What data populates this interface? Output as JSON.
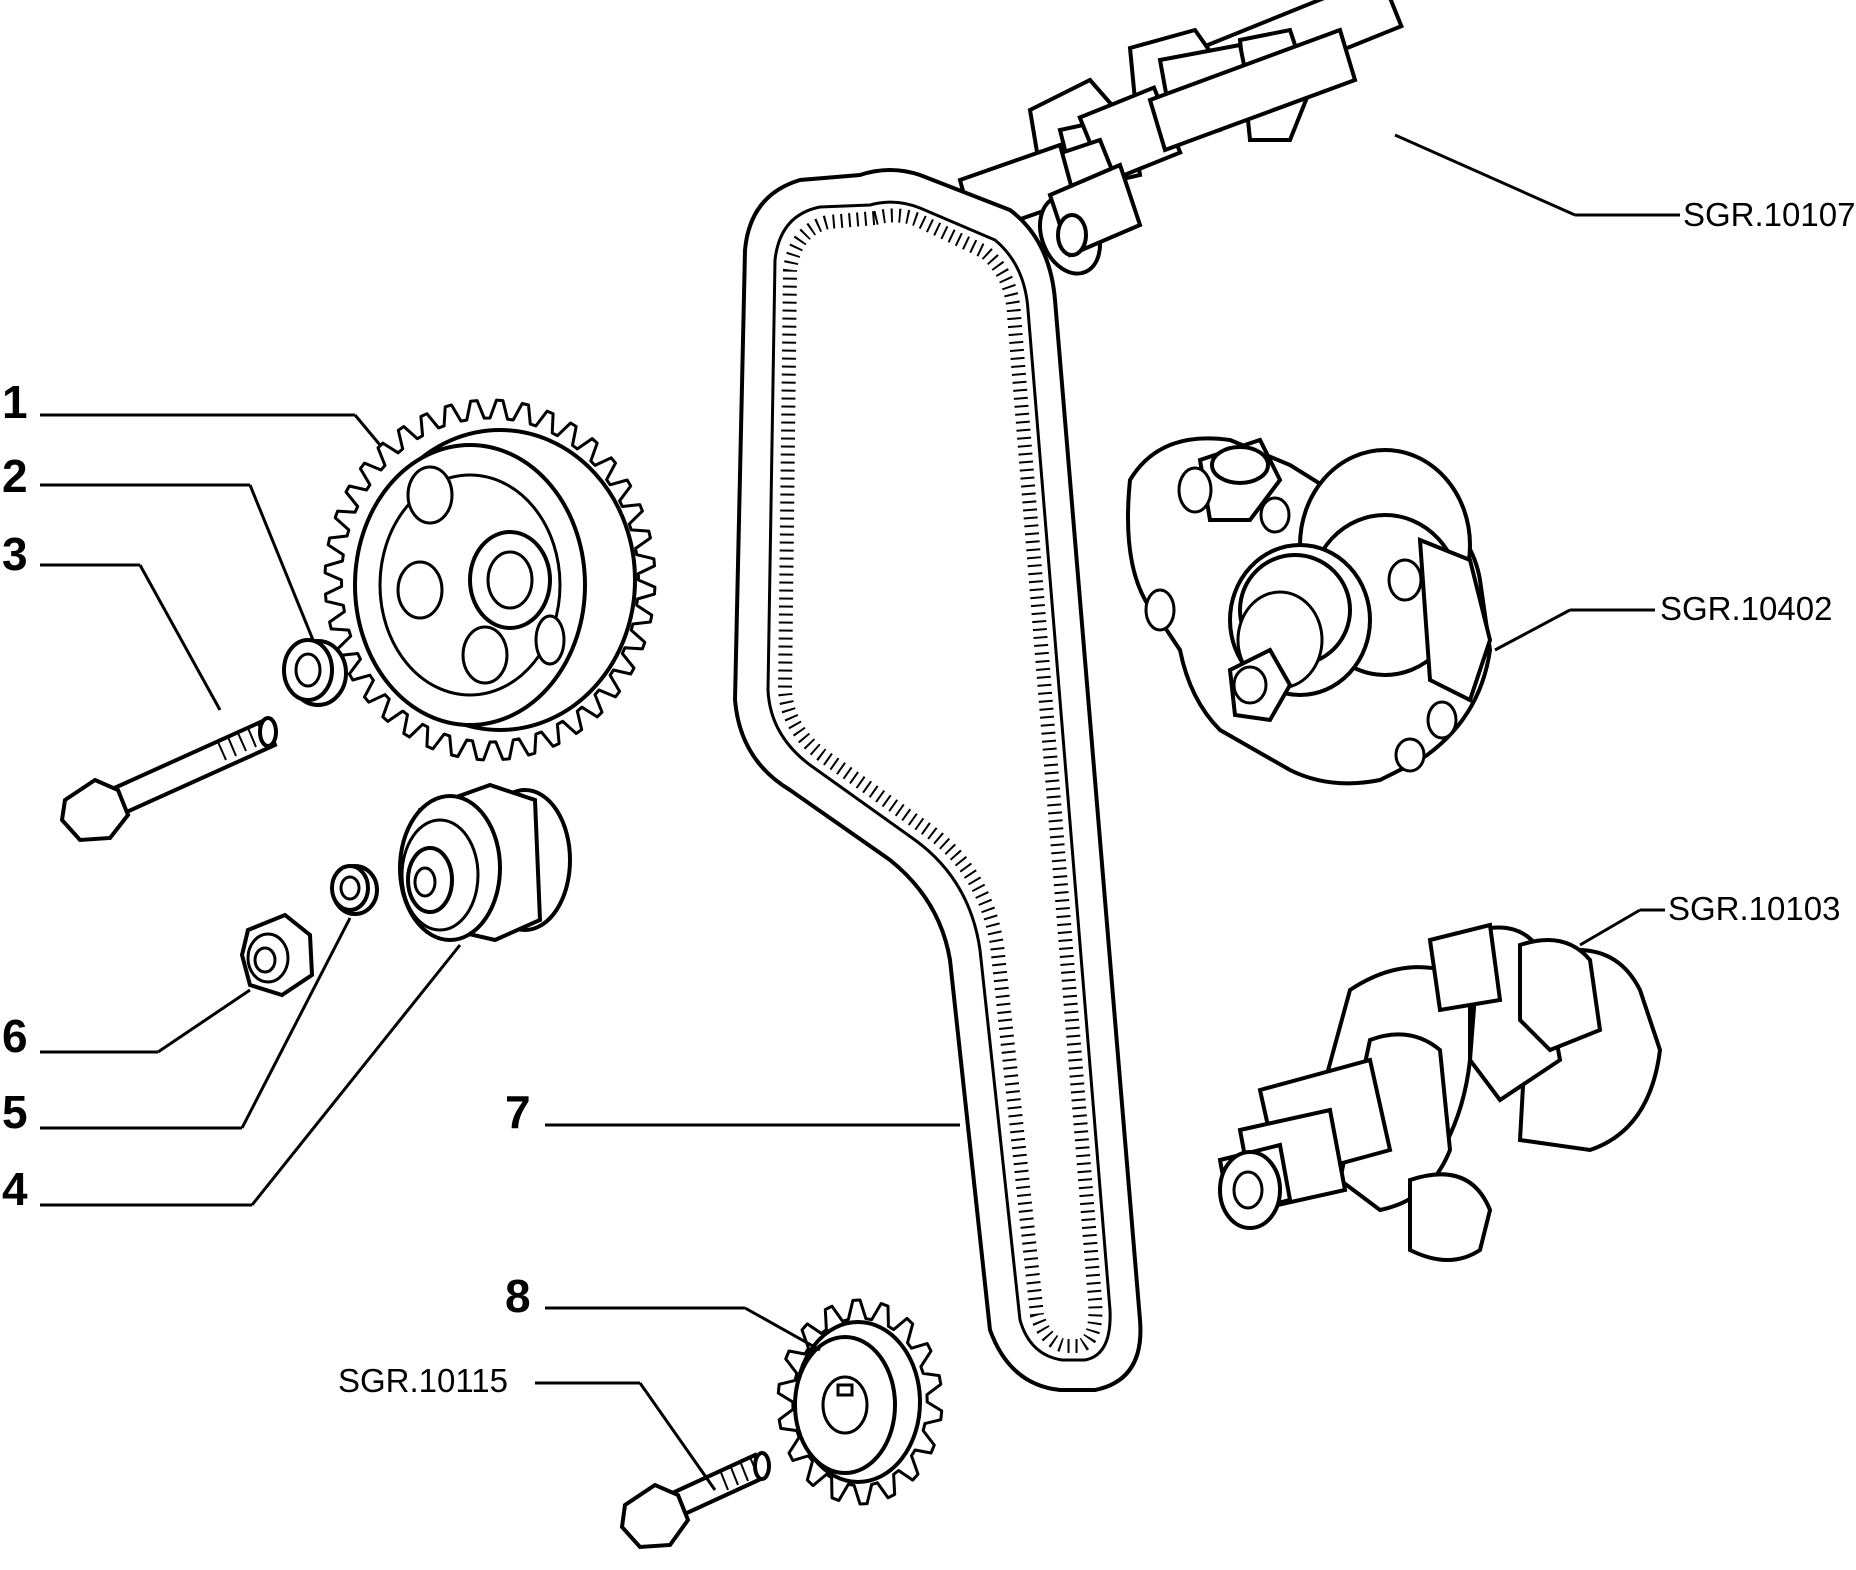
{
  "callouts": {
    "n1": "1",
    "n2": "2",
    "n3": "3",
    "n4": "4",
    "n5": "5",
    "n6": "6",
    "n7": "7",
    "n8": "8"
  },
  "references": {
    "camshaft": "SGR.10107",
    "water_pump": "SGR.10402",
    "crankshaft": "SGR.10103",
    "bolt": "SGR.10115"
  }
}
